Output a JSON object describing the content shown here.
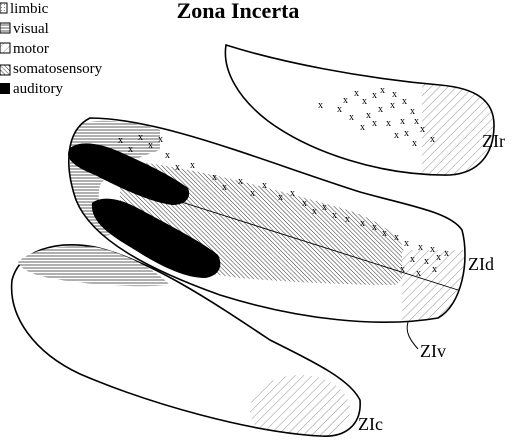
{
  "title": "Zona Incerta",
  "legend": [
    {
      "label": "limbic",
      "pattern": "dots",
      "icon": "dotted-square-icon"
    },
    {
      "label": "visual",
      "pattern": "fine-horizontal-lines",
      "icon": "lined-square-icon"
    },
    {
      "label": "motor",
      "pattern": "sparse-diagonal",
      "icon": "light-hatch-square-icon"
    },
    {
      "label": "somatosensory",
      "pattern": "dense-diagonal",
      "icon": "dense-hatch-square-icon"
    },
    {
      "label": "auditory",
      "pattern": "solid-black",
      "icon": "solid-square-icon"
    }
  ],
  "limbic_marker": "x",
  "regions": {
    "zir": "ZIr",
    "zid": "ZId",
    "ziv": "ZIv",
    "zic": "ZIc"
  },
  "colors": {
    "outline": "#000000",
    "fill": "#ffffff",
    "visual": "#9a9a9a",
    "auditory": "#000000"
  }
}
